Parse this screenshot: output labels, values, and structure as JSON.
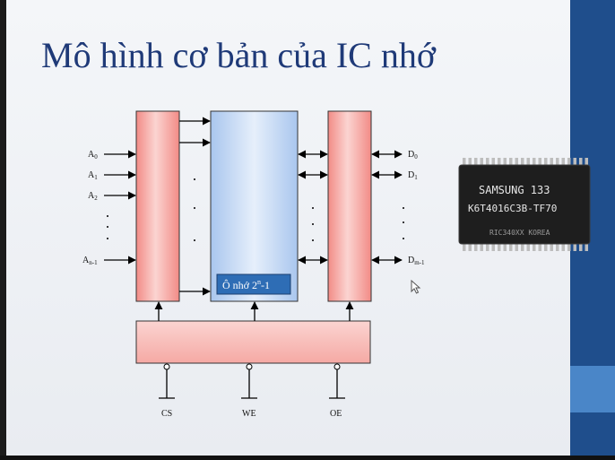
{
  "slide": {
    "title": "Mô hình cơ bản của IC nhớ",
    "colors": {
      "title": "#1f3a78",
      "sidebar": "#1f4e8c",
      "sidebar_accent": "#4a86c8",
      "red_block": "#f7c3c0",
      "blue_block": "#bcd4f3",
      "label_box": "#2e6db5"
    }
  },
  "diagram": {
    "address_inputs": [
      {
        "base": "A",
        "sub": "0"
      },
      {
        "base": "A",
        "sub": "1"
      },
      {
        "base": "A",
        "sub": "2"
      },
      {
        "base": "A",
        "sub": "n-1"
      }
    ],
    "data_outputs": [
      {
        "base": "D",
        "sub": "0"
      },
      {
        "base": "D",
        "sub": "1"
      },
      {
        "base": "D",
        "sub": "m-1"
      }
    ],
    "memory_cell_label": {
      "base": "Ô nhớ 2",
      "sup": "n",
      "tail": "-1"
    },
    "control_signals": [
      "CS",
      "WE",
      "OE"
    ]
  },
  "chip": {
    "line1": "SAMSUNG 133",
    "line2": "K6T4016C3B-TF70",
    "line3": "RIC340XX KOREA"
  }
}
